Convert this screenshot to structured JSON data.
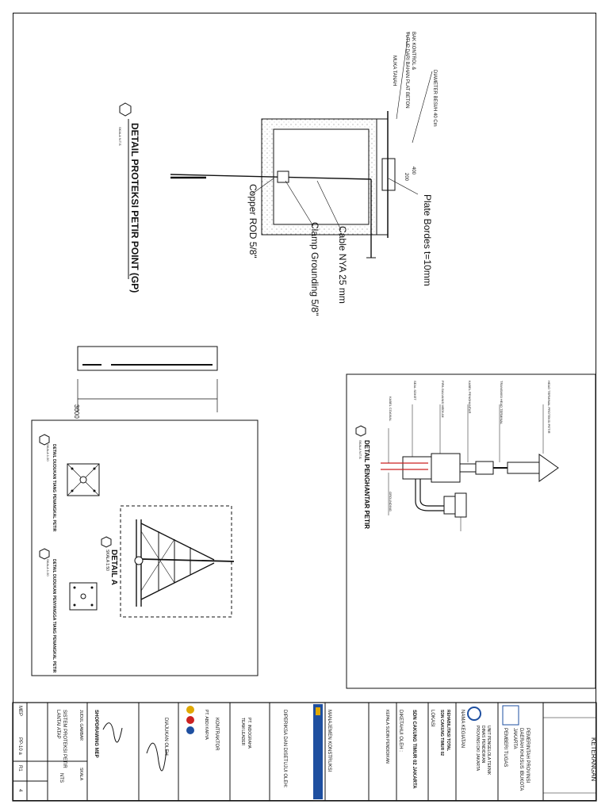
{
  "main_detail": {
    "title": "DETAIL PROTEKSI PETIR POINT (GP)",
    "scale": "SKALA N.T.S",
    "label_bak_kontrol": "BAK KONTROL &",
    "label_tutup": "TUTUP DARI BAHAN PLAT BETON",
    "label_muka_tanah": "MUKA TANAH",
    "label_diameter": "DIAMETER BESI/H 40 Cm",
    "dim_400": "400",
    "dim_200": "200",
    "label_plate": "Plate Bordes t=10mm",
    "label_cable": "Cable NYA 25 mm",
    "label_clamp": "Clamp Grounding 5/8\"",
    "label_rod": "Copper ROD 5/8\""
  },
  "pole": {
    "dim": "3000"
  },
  "detail_penghantar": {
    "title": "DETAIL PENGHANTAR PETIR",
    "scale": "SKALA N.T.S",
    "callout_head": "HEAD TERMINAL PROTEKSI PETIR",
    "callout_head2": "TRANSMISI HEAD TERMINAL",
    "callout_1": "KABEL PENGHANTAR",
    "callout_2": "PIPA GALVANIS MEDIUM",
    "callout_3": "SEAL SOKET",
    "callout_4": "KABEL COAXIAL",
    "callout_5": "GROUNDING"
  },
  "detail_a": {
    "title": "DETAIL A",
    "scale": "SKALA 1:50",
    "sub1_title": "DETAIL DUDUKAN TIANG PENANGKAL PETIR",
    "sub1_scale": "SKALA 1:20",
    "sub2_title": "DETAIL DUDUKAN PENYANGGA TIANG PENANGKAL PETIR",
    "sub2_scale": "SKALA 1:20"
  },
  "title_block": {
    "keterangan": "KETERANGAN",
    "pemberi_tugas_org1": "PEMERINTAH PROVINSI",
    "pemberi_tugas_org2": "DAERAH KHUSUS IBUKOTA",
    "pemberi_tugas_org3": "JAKARTA",
    "pemberi_tugas": "PEMBERI TUGAS",
    "unit_line1": "UNIT PENGELOLA TEKNIK",
    "unit_line2": "DINAS PENDIDIKAN",
    "unit_line3": "PROVINSI DKI JAKARTA",
    "nama_kegiatan": "NAMA KEGIATAN",
    "kegiatan_line1": "REHABILITASI TOTAL",
    "kegiatan_line2": "SDN CAKUNG TIMUR 02",
    "lokasi": "LOKASI",
    "lokasi_value": "SDN CAKUNG TIMUR 02 JAKARTA",
    "diketahui": "DIKETAHUI OLEH :",
    "diketahui_line": "KEPALA SUDIN PENDIDIKAN",
    "manajemen": "MANAJEMEN KONSTRUKSI",
    "diperiksa": "DIPERIKSA DAN DISETUJUI OLEH:",
    "pt_line1": "PT. INDOGRAHA",
    "pt_line2": "TEAM LEADER",
    "kontraktor": "KONTRAKTOR",
    "kontraktor_name": "PT. ABDI KARYA",
    "diajukan": "DIAJUKAN OLEH",
    "drafter": "SHOPDRAWING MEP",
    "judul_gambar": "JUDUL GAMBAR",
    "judul_value1": "SISTEM PROTEKSI PETIR",
    "judul_value2": "LANTAI ATAP",
    "skala": "SKALA",
    "skala_value": "NTS",
    "kode": "MEP",
    "no_gambar": "PP-10 a",
    "rev": "R1",
    "lembar": "4"
  },
  "colors": {
    "line": "#111111",
    "accent_red": "#cc2222",
    "accent_blue": "#1e4fa0",
    "accent_gold": "#e0a800"
  }
}
